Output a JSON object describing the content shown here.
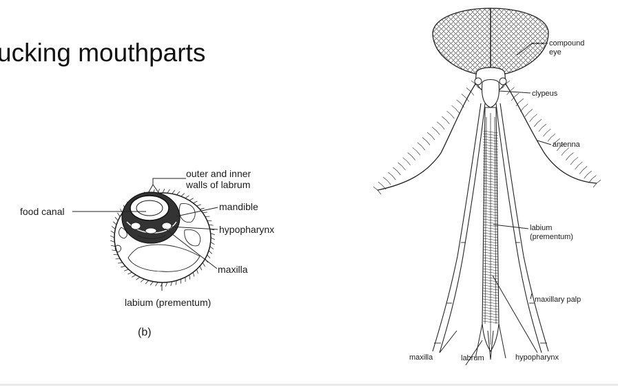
{
  "slide": {
    "title": "ucking mouthparts"
  },
  "cross_section": {
    "panel_label": "(b)",
    "labels": {
      "outer_inner_walls_line1": "outer and inner",
      "outer_inner_walls_line2": "walls of labrum",
      "food_canal": "food canal",
      "mandible": "mandible",
      "hypopharynx": "hypopharynx",
      "maxilla": "maxilla",
      "labium": "labium (prementum)"
    }
  },
  "head_diagram": {
    "labels": {
      "compound_eye_line1": "compound",
      "compound_eye_line2": "eye",
      "clypeus": "clypeus",
      "antenna": "antenna",
      "labium_line1": "labium",
      "labium_line2": "(prementum)",
      "maxillary_palp": "maxillary palp",
      "maxilla": "maxilla",
      "labrum": "labrum",
      "hypopharynx": "hypopharynx"
    }
  }
}
